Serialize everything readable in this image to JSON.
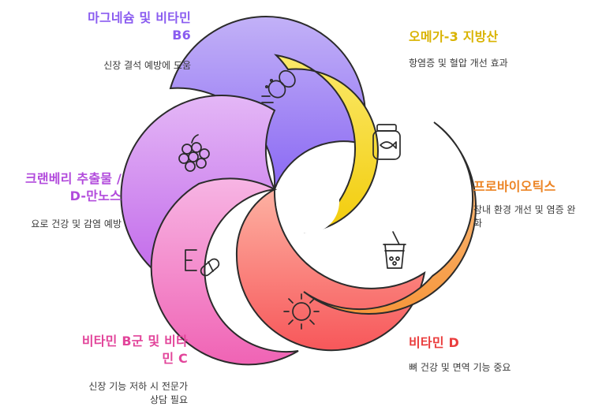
{
  "items": [
    {
      "title": "마그네슘 및 비타민 B6",
      "title_lines": [
        "마그네슘 및 비타민",
        "B6"
      ],
      "desc": "신장 결석 예방에 도움",
      "color": "#8f67f2",
      "icon": "peanut-icon"
    },
    {
      "title": "오메가-3 지방산",
      "desc": "항염증 및 혈압 개선 효과",
      "color": "#e0be0a",
      "icon": "fish-oil-jar-icon"
    },
    {
      "title": "프로바이오틱스",
      "desc_lines": [
        "장내 환경 개선 및 염증 완",
        "화"
      ],
      "color": "#f08c2e",
      "icon": "bubble-tea-icon"
    },
    {
      "title": "비타민 D",
      "desc": "뼈 건강 및 면역 기능 중요",
      "color": "#ef4a4a",
      "icon": "sun-icon"
    },
    {
      "title_lines": [
        "비타민 B군 및 비타",
        "민 C"
      ],
      "desc_lines": [
        "신장 기능 저하 시 전문가",
        "상담 필요"
      ],
      "color": "#e84f9c",
      "icon": "pill-icon"
    },
    {
      "title_lines": [
        "크랜베리 추출물 /",
        "D-만노스"
      ],
      "desc": "요로 건강 및 감염 예방",
      "color": "#b557e0",
      "icon": "cranberry-icon"
    }
  ]
}
